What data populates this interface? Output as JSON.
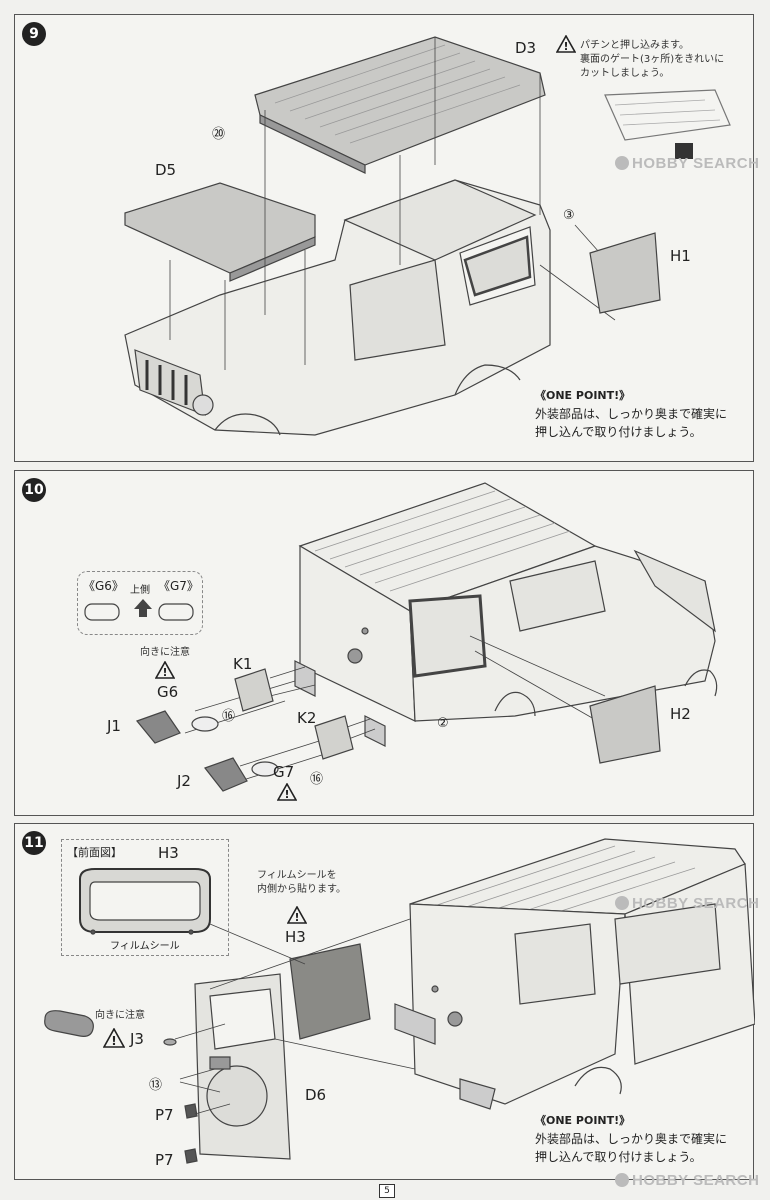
{
  "page_number": "5",
  "watermark": "HOBBY SEARCH",
  "steps": [
    {
      "number": "9",
      "parts": {
        "d3": "D3",
        "d5": "D5",
        "h1": "H1",
        "p20": "⑳",
        "p3": "③"
      },
      "note": [
        "パチンと押し込みます。",
        "裏面のゲート(3ヶ所)をきれいに",
        "カットしましょう。"
      ],
      "one_point": {
        "title": "《ONE POINT!》",
        "lines": [
          "外装部品は、しっかり奥まで確実に",
          "押し込んで取り付けましょう。"
        ]
      }
    },
    {
      "number": "10",
      "parts": {
        "g6_tag": "《G6》",
        "g7_tag": "《G7》",
        "up_side": "上側",
        "orient_note": "向きに注意",
        "k1": "K1",
        "g6": "G6",
        "j1": "J1",
        "k2": "K2",
        "j2": "J2",
        "g7": "G7",
        "h2": "H2",
        "p16a": "⑯",
        "p16b": "⑯",
        "p2": "②"
      }
    },
    {
      "number": "11",
      "parts": {
        "front_view": "【前面図】",
        "h3_view": "H3",
        "film_seal": "フィルムシール",
        "h3": "H3",
        "orient_note": "向きに注意",
        "j3": "J3",
        "p13": "⑬",
        "d6": "D6",
        "p7a": "P7",
        "p7b": "P7"
      },
      "film_note": [
        "フィルムシールを",
        "内側から貼ります。"
      ],
      "one_point": {
        "title": "《ONE POINT!》",
        "lines": [
          "外装部品は、しっかり奥まで確実に",
          "押し込んで取り付けましょう。"
        ]
      }
    }
  ]
}
